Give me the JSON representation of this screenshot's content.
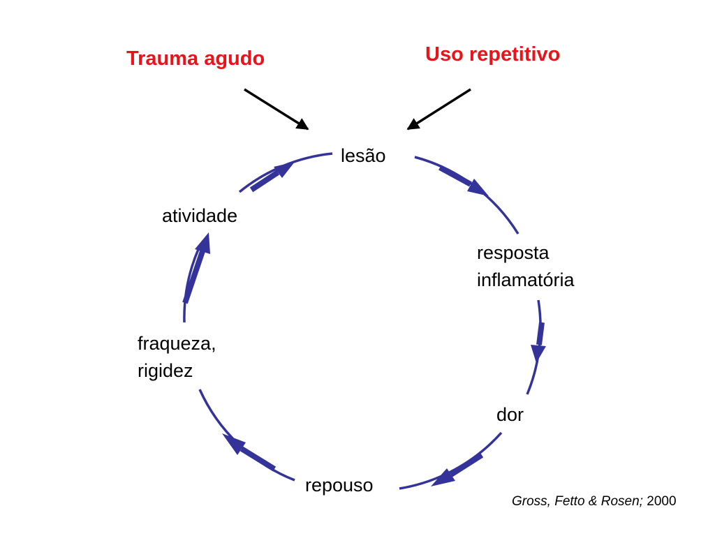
{
  "causes": {
    "acute": "Trauma agudo",
    "repetitive": "Uso repetitivo"
  },
  "cycle": {
    "injury": "lesão",
    "inflammation_line1": "resposta",
    "inflammation_line2": "inflamatória",
    "pain": "dor",
    "rest": "repouso",
    "weakness_line1": "fraqueza,",
    "weakness_line2": "rigidez",
    "activity": "atividade"
  },
  "citation": {
    "authors": "Gross, Fetto & Rosen;",
    "year": "2000"
  },
  "colors": {
    "cycle": "#33339a",
    "cause_text": "#e8141a",
    "pointer": "#000000"
  }
}
